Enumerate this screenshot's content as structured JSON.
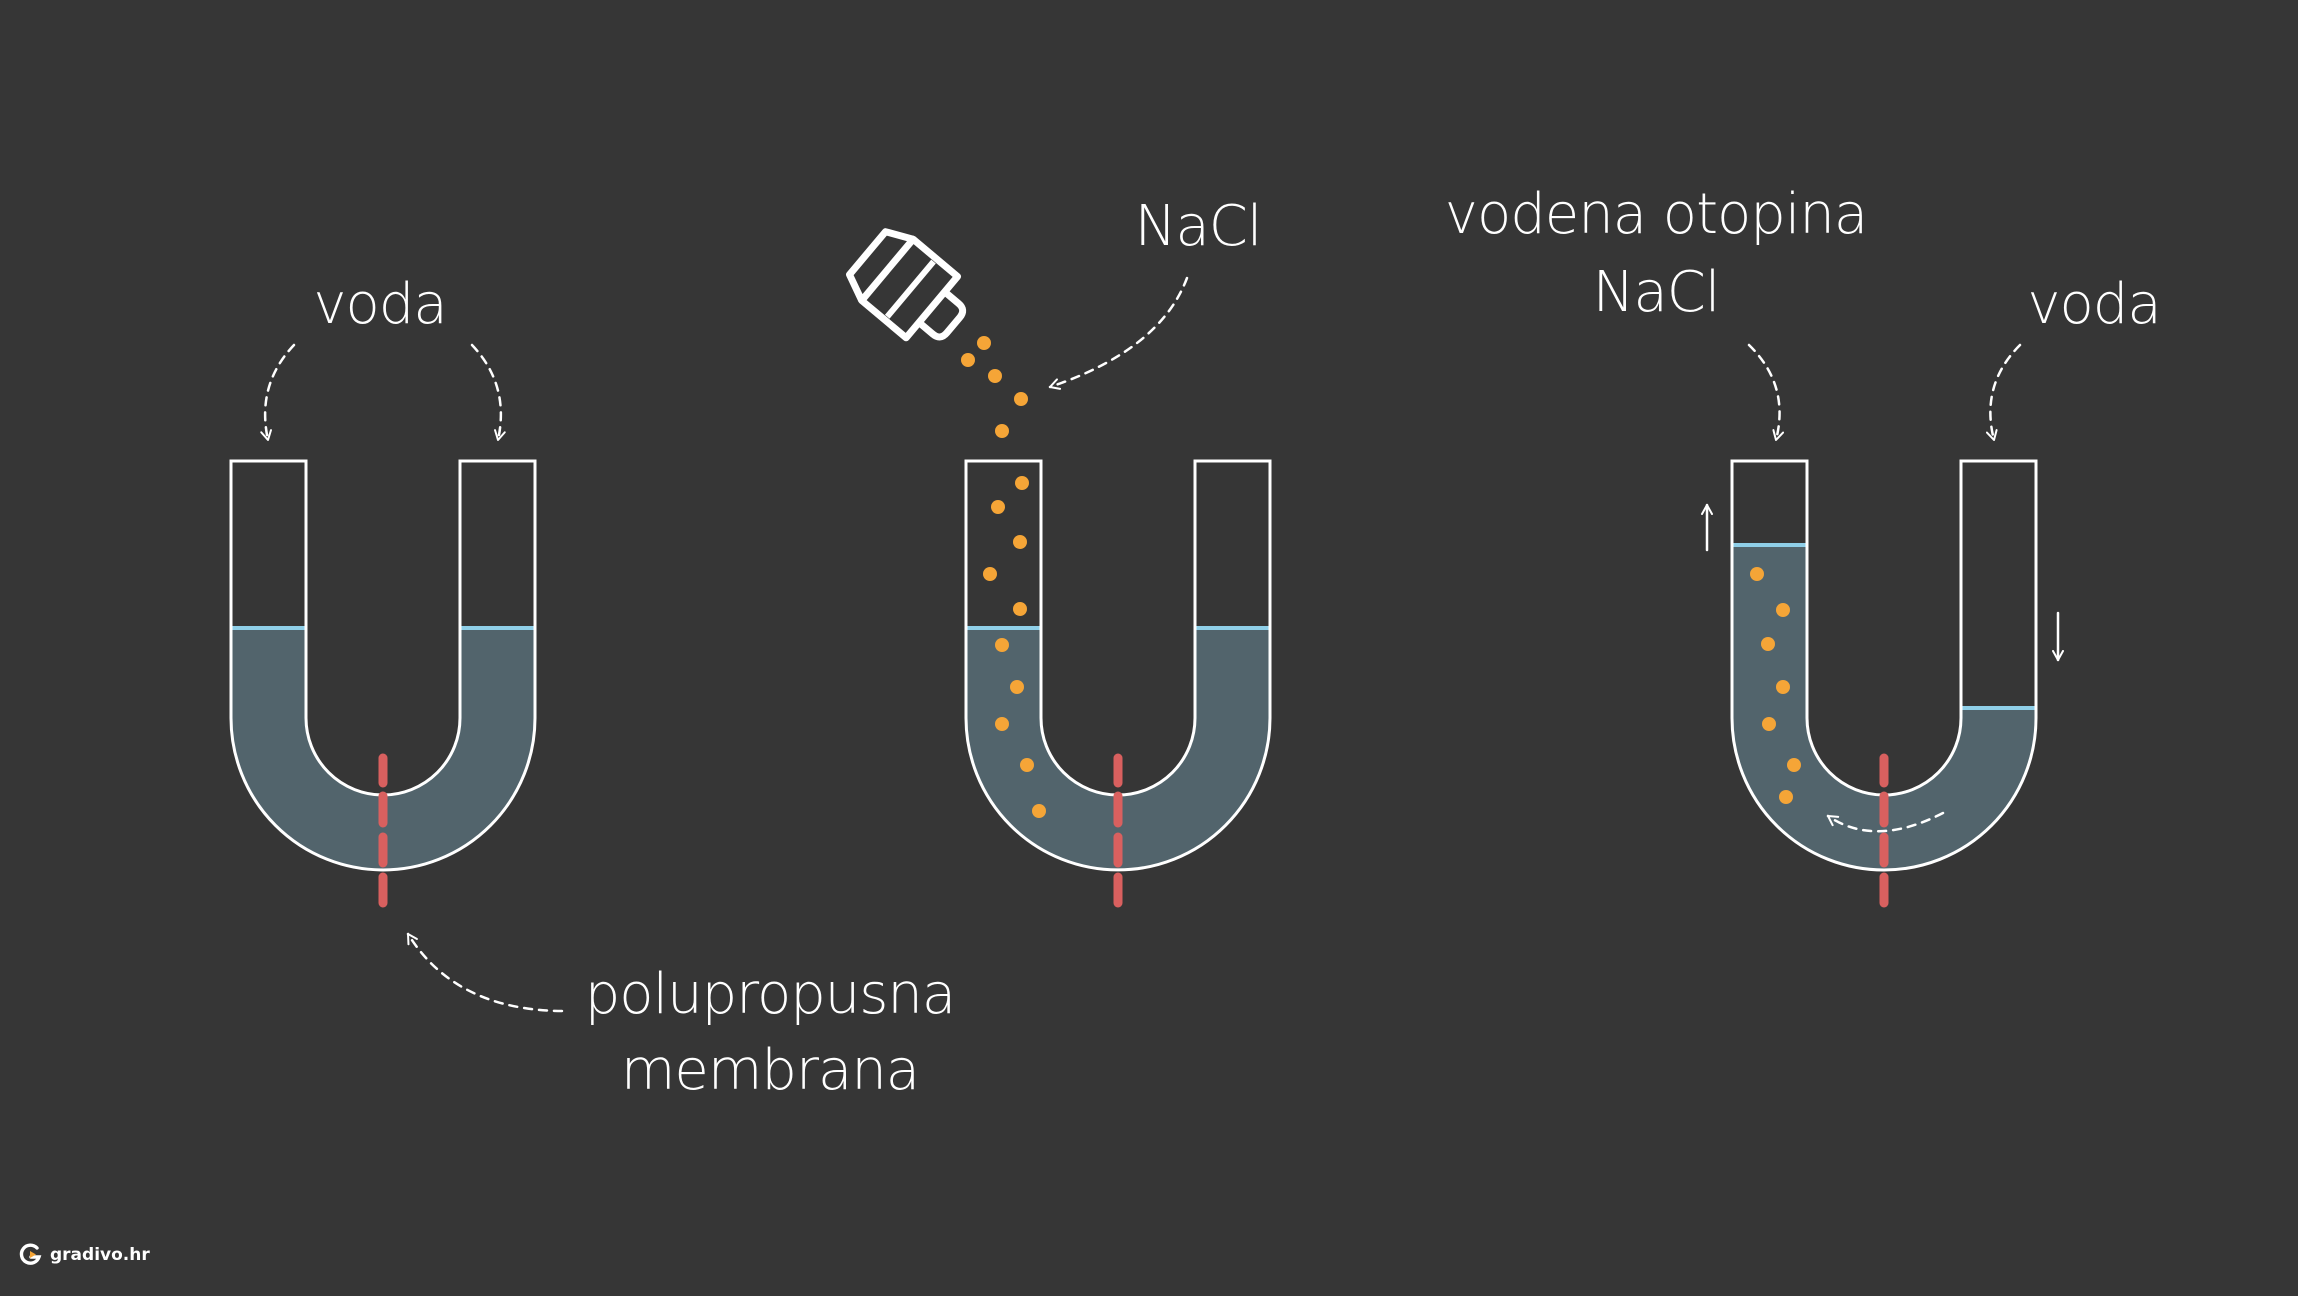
{
  "labels": {
    "voda_left": "voda",
    "nacl": "NaCl",
    "otopina_line1": "vodena otopina",
    "otopina_line2": "NaCl",
    "voda_right": "voda",
    "membrana_line1": "polupropusna",
    "membrana_line2": "membrana"
  },
  "brand": {
    "name": "gradivo.hr",
    "icon": "gradivo-logo-icon"
  },
  "colors": {
    "background": "#363636",
    "water": "#52646c",
    "water_surface": "#8fcfe8",
    "outline": "#ffffff",
    "membrane": "#d9605f",
    "salt": "#f5a537"
  }
}
